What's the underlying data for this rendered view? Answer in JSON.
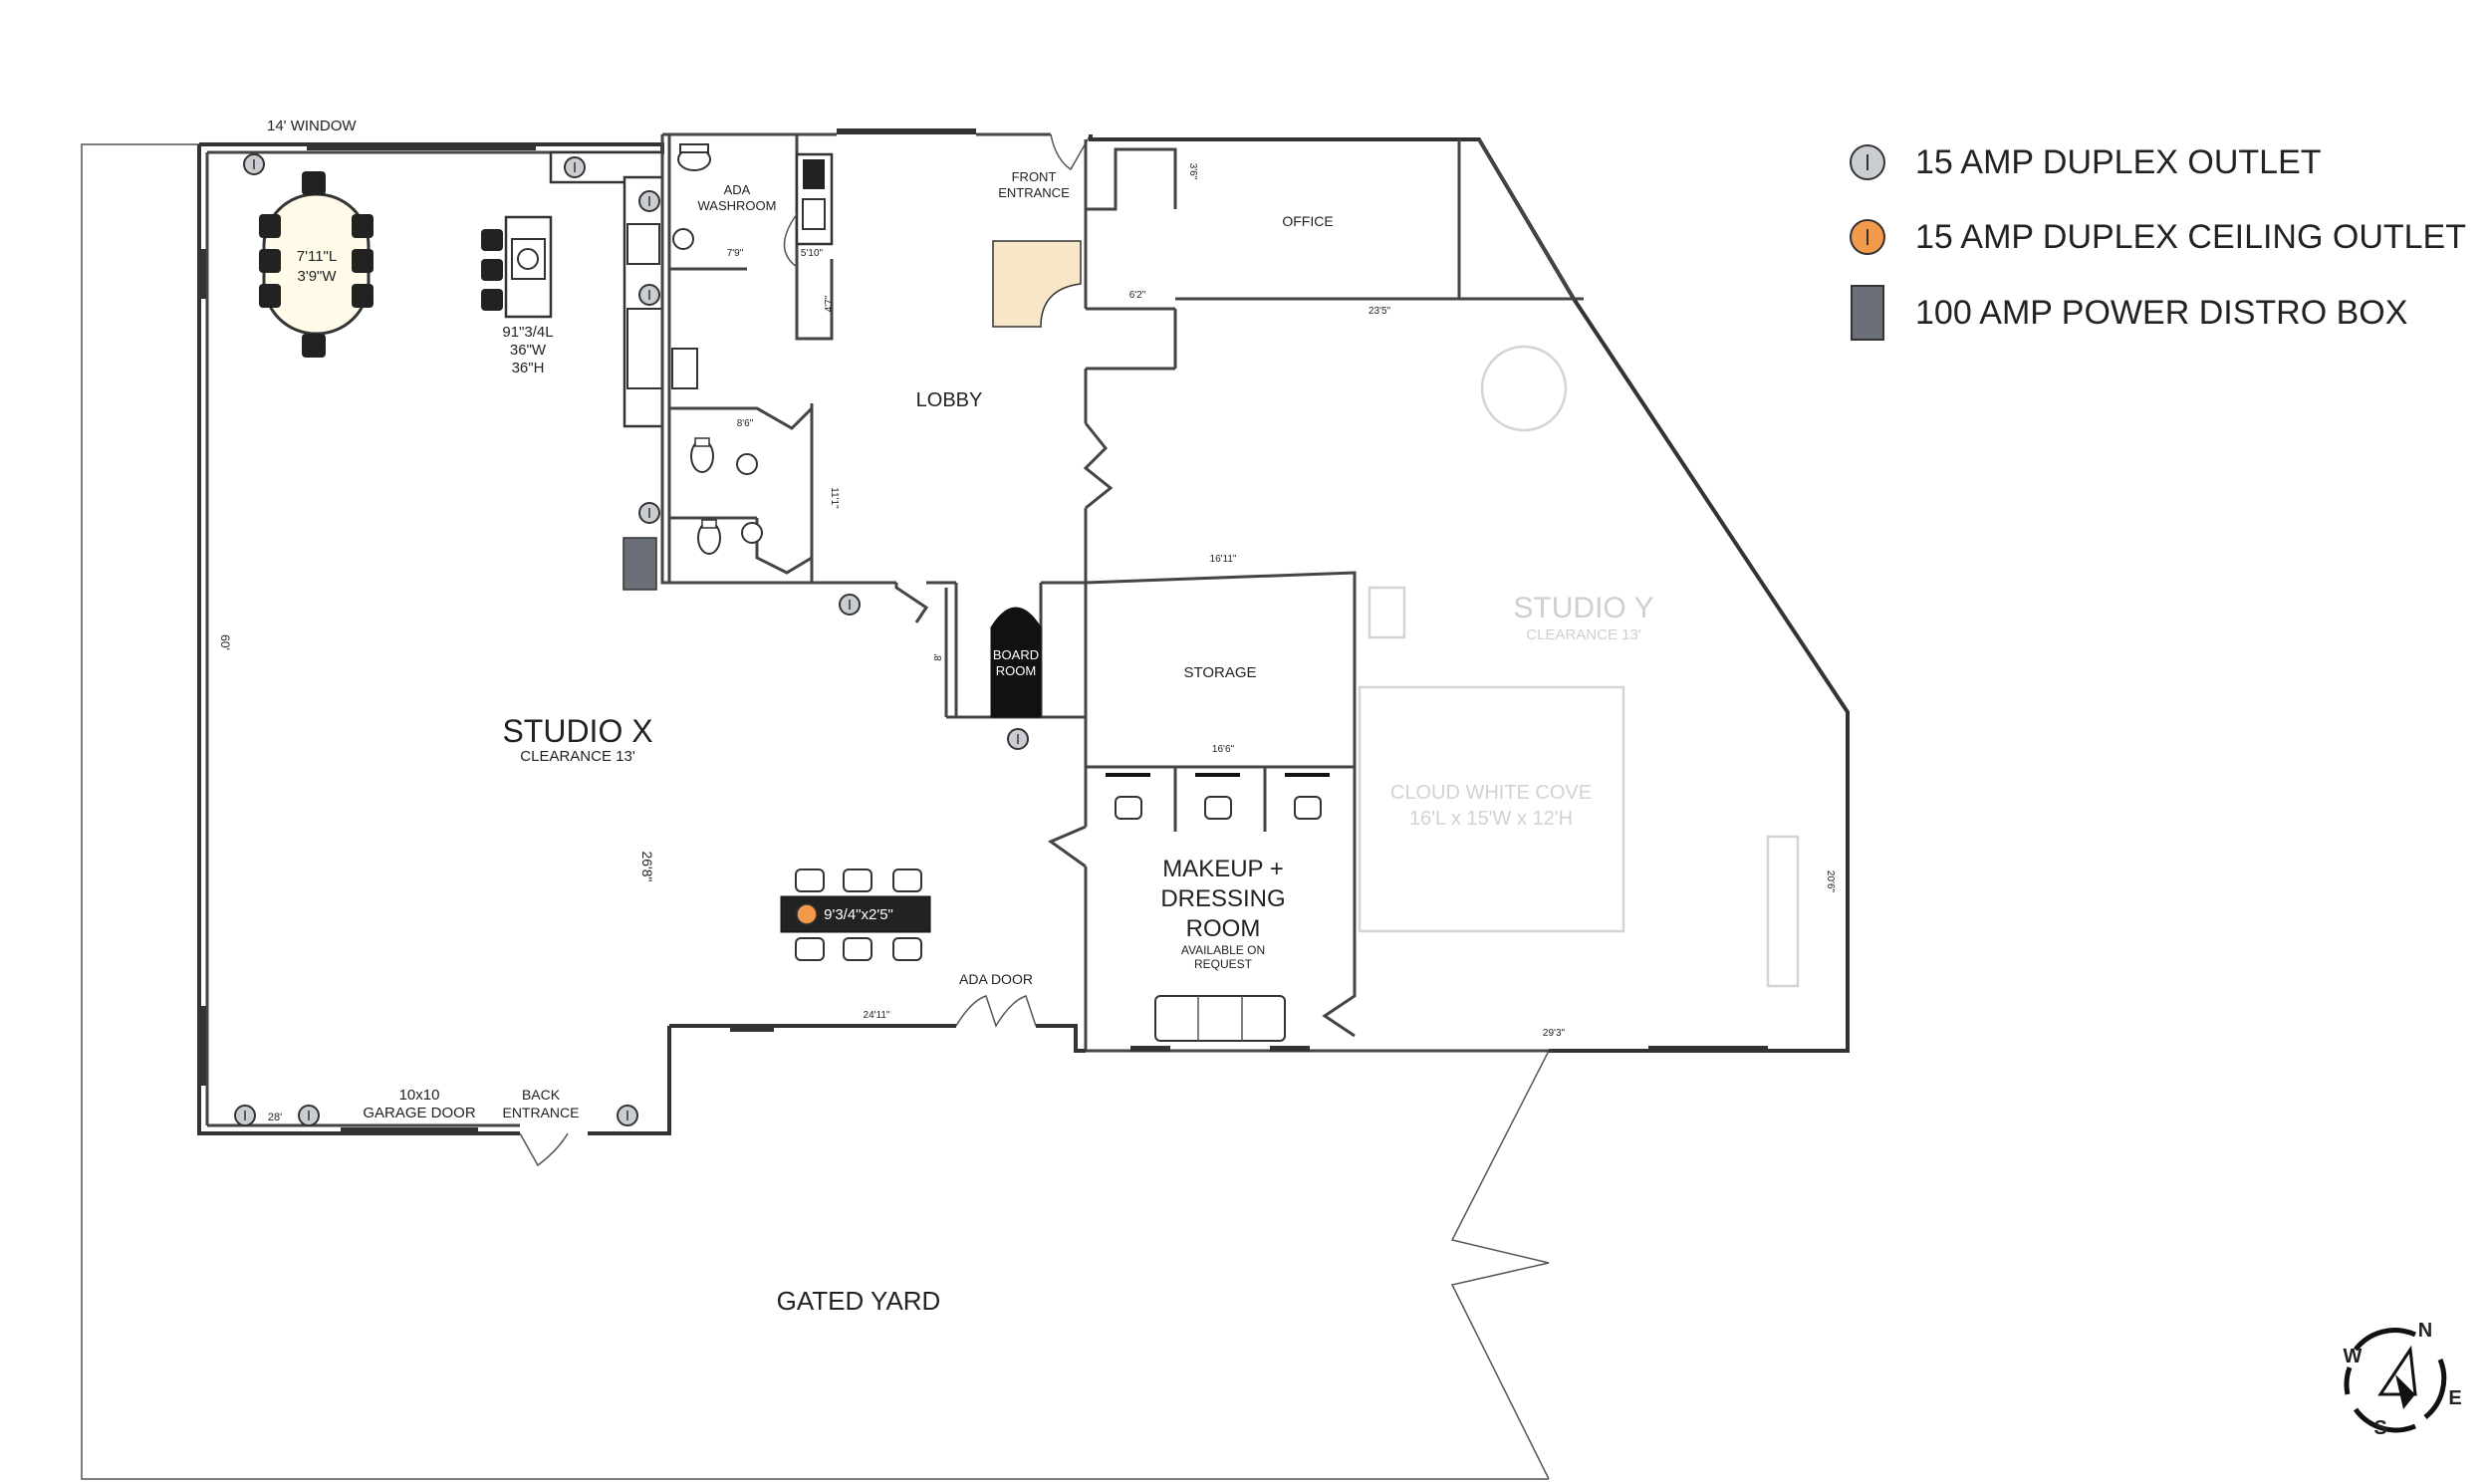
{
  "legend": {
    "outlet": "15 AMP DUPLEX OUTLET",
    "ceiling_outlet": "15 AMP DUPLEX CEILING OUTLET",
    "distro_box": "100 AMP POWER DISTRO BOX"
  },
  "colors": {
    "outlet": "#c9ccd1",
    "ceiling_outlet": "#f2994a",
    "distro_box": "#6b7078",
    "wall": "#333333",
    "reception_desk": "#f7e6c8",
    "table": "#fffbe8"
  },
  "studio_x": {
    "name": "STUDIO X",
    "clearance": "CLEARANCE 13'",
    "window": "14' WINDOW",
    "table_length": "7'11\"L",
    "table_width": "3'9\"W",
    "island_l": "91\"3/4L",
    "island_w": "36\"W",
    "island_h": "36\"H",
    "garage_size": "10x10",
    "garage_label": "GARAGE DOOR",
    "back_entrance_1": "BACK",
    "back_entrance_2": "ENTRANCE",
    "dim_width": "26'8\"",
    "dim_height": "60'",
    "dim_bottom": "28'"
  },
  "rooms": {
    "ada_washroom_1": "ADA",
    "ada_washroom_2": "WASHROOM",
    "front_entrance_1": "FRONT",
    "front_entrance_2": "ENTRANCE",
    "office": "OFFICE",
    "lobby": "LOBBY",
    "board_room_1": "BOARD",
    "board_room_2": "ROOM",
    "storage": "STORAGE",
    "makeup_1": "MAKEUP +",
    "makeup_2": "DRESSING",
    "makeup_3": "ROOM",
    "makeup_note_1": "AVAILABLE ON",
    "makeup_note_2": "REQUEST",
    "ada_door": "ADA DOOR",
    "gated_yard": "GATED YARD",
    "board_table": "9'3/4\"x2'5\""
  },
  "dimensions": {
    "d_7_9": "7'9\"",
    "d_5_10": "5'10\"",
    "d_4_7": "4'7\"",
    "d_8_6": "8'6\"",
    "d_11_1": "11'1\"",
    "d_8": "8'",
    "d_24_11": "24'11\"",
    "d_6_2": "6'2\"",
    "d_3_6": "3'6\"",
    "d_23_5": "23'5\"",
    "d_16_11": "16'11\"",
    "d_16_6": "16'6\"",
    "d_29_3": "29'3\"",
    "d_20_6": "20'6\""
  },
  "studio_y": {
    "name": "STUDIO Y",
    "clearance": "CLEARANCE 13'",
    "cove_1": "CLOUD WHITE COVE",
    "cove_2": "16'L x 15'W x 12'H"
  },
  "compass": {
    "n": "N",
    "e": "E",
    "s": "S",
    "w": "W"
  }
}
